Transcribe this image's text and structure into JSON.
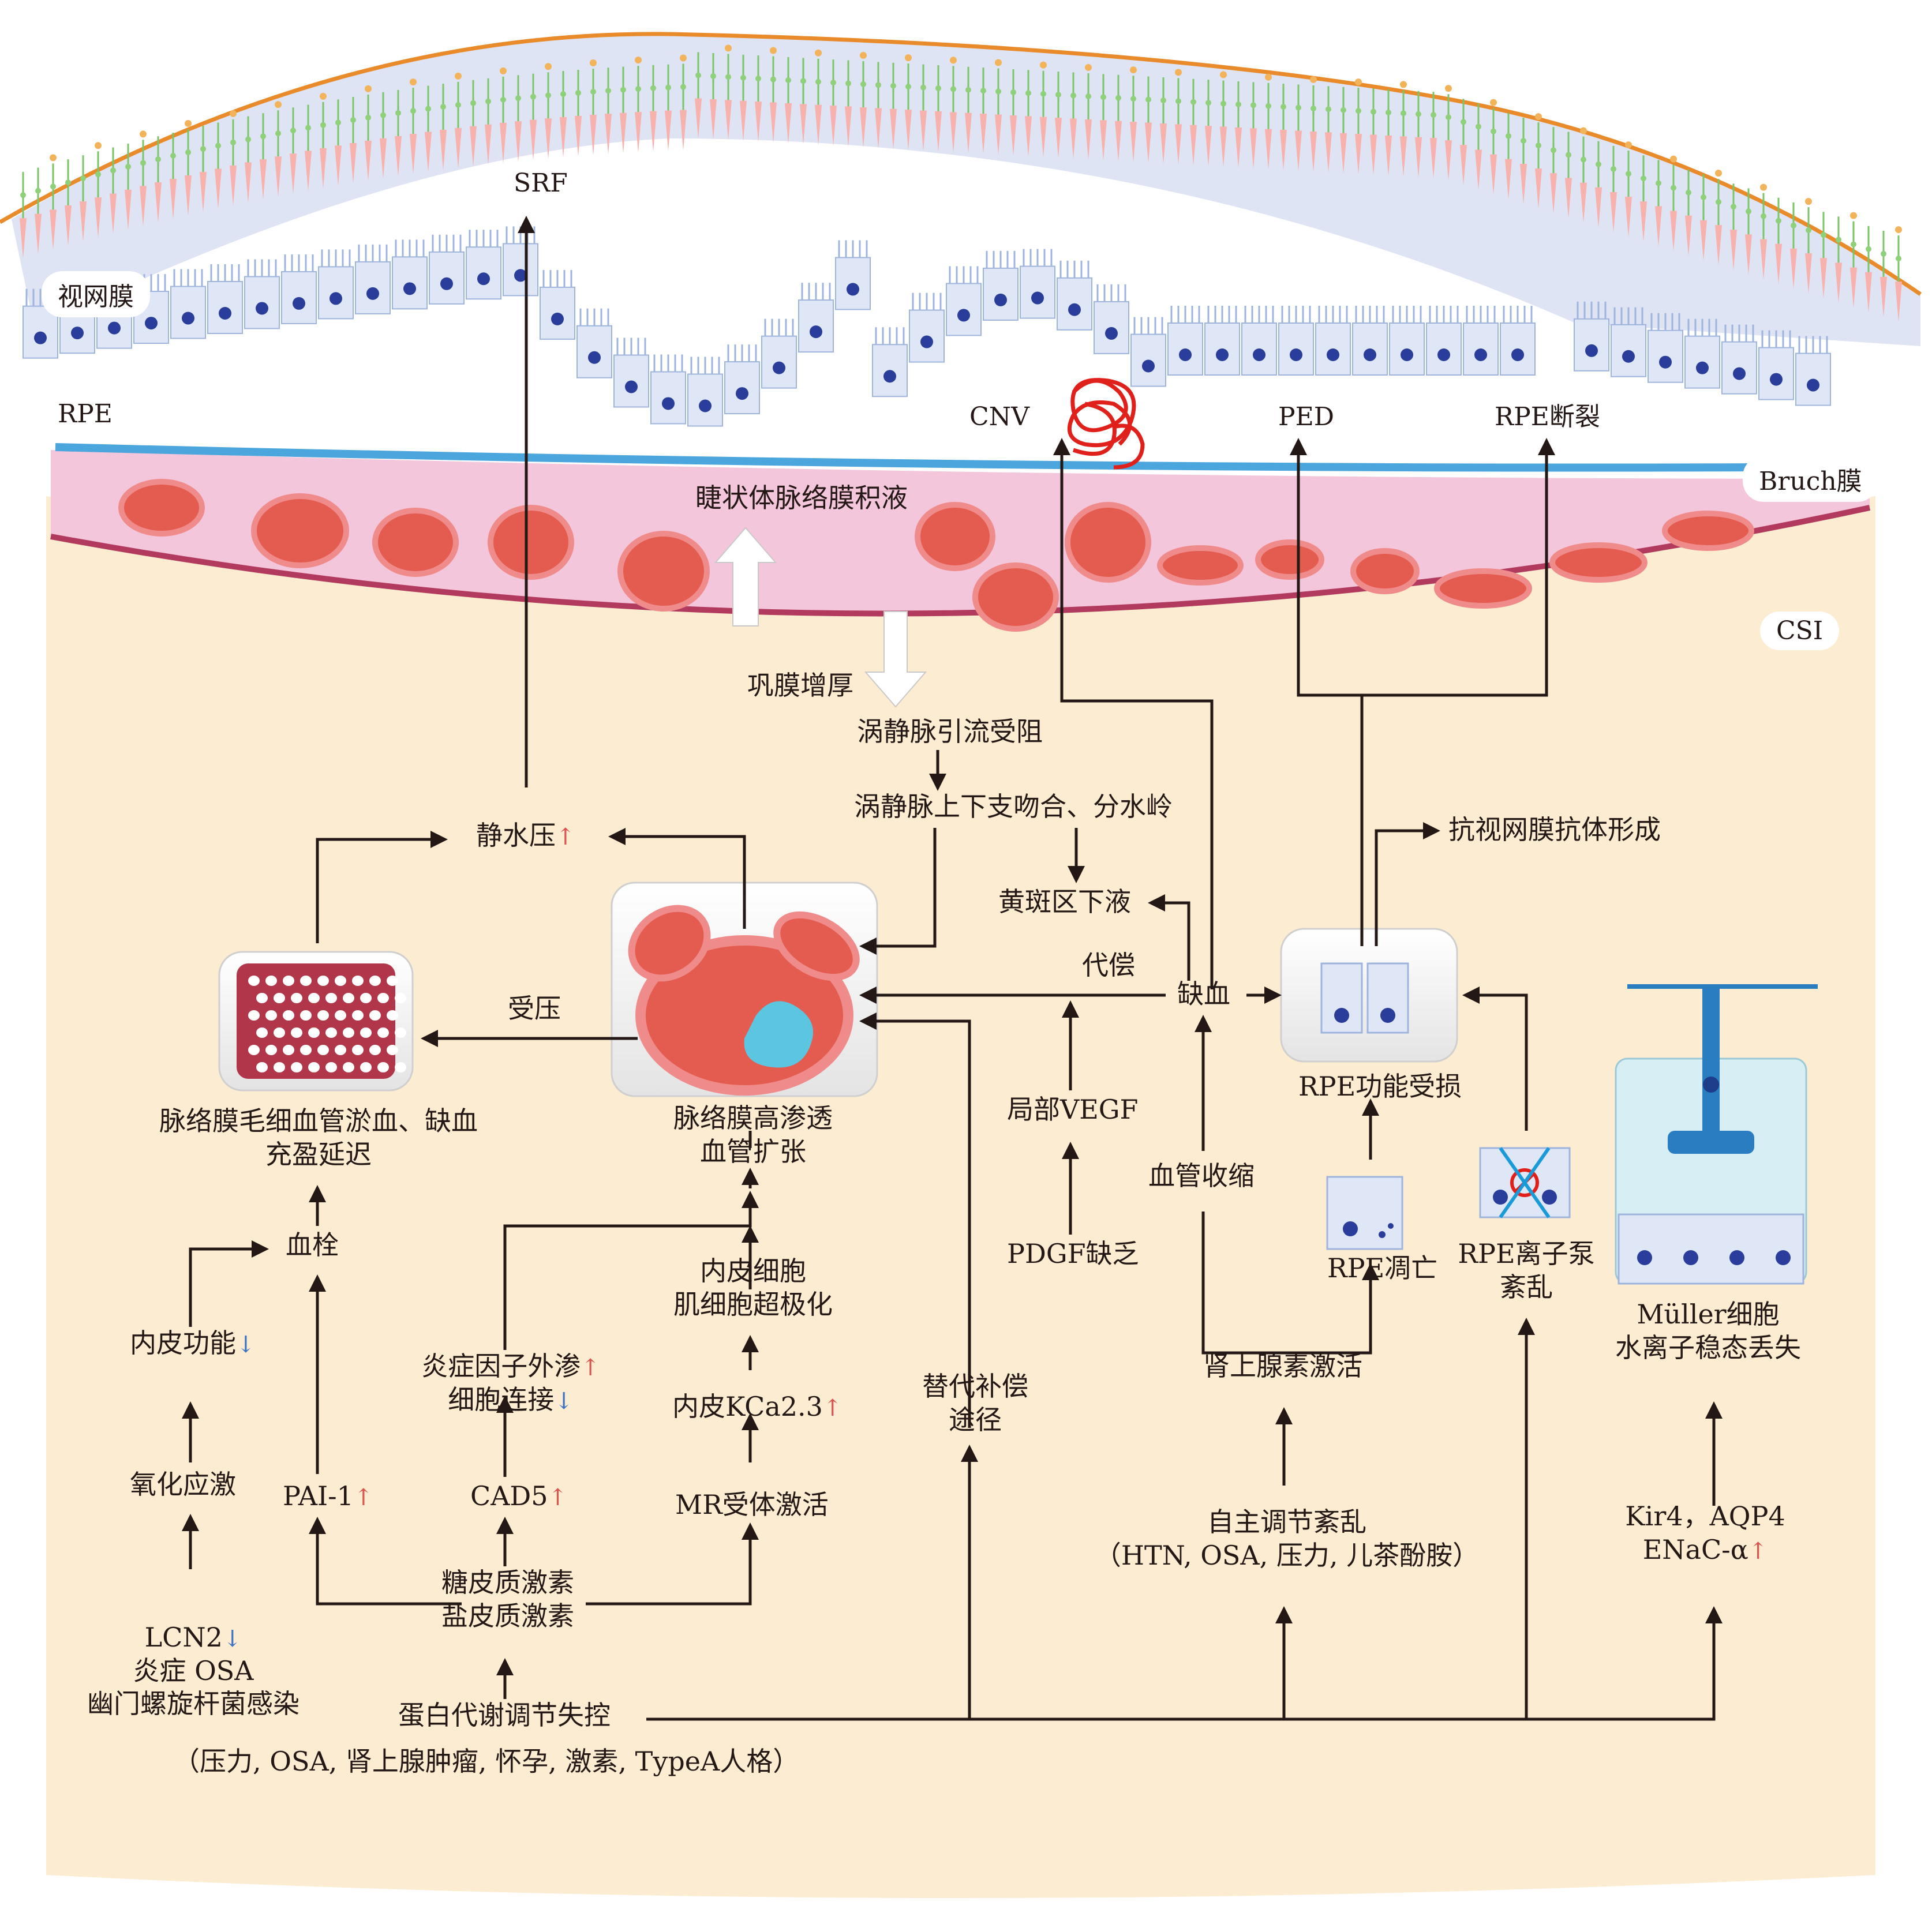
{
  "layers": {
    "retina_label": "视网膜",
    "rpe_label": "RPE",
    "bruch_label": "Bruch膜",
    "csi_label": "CSI",
    "choroid_effusion": "睫状体脉络膜积液",
    "scleral_thickening": "巩膜增厚"
  },
  "outcomes": {
    "srf": "SRF",
    "cnv": "CNV",
    "ped": "PED",
    "rpe_tear": "RPE断裂"
  },
  "nodes": {
    "vortex_obstruction": "涡静脉引流受阻",
    "vortex_anastomosis": "涡静脉上下支吻合、分水岭",
    "hydrostatic_pressure": "静水压",
    "macular_drainage": "黄斑区下液",
    "compensation": "代偿",
    "ischemia": "缺血",
    "compressed": "受压",
    "anti_retina_antibody": "抗视网膜抗体形成",
    "choriocapillaris_line1": "脉络膜毛细血管淤血、缺血",
    "choriocapillaris_line2": "充盈延迟",
    "choroid_hyper_line1": "脉络膜高渗透",
    "choroid_hyper_line2": "血管扩张",
    "local_vegf": "局部VEGF",
    "rpe_dysfunction": "RPE功能受损",
    "vasoconstriction": "血管收缩",
    "pdgf": "PDGF缺乏",
    "rpe_apoptosis": "RPE凋亡",
    "rpe_pump_line1": "RPE离子泵",
    "rpe_pump_line2": "紊乱",
    "thrombus": "血栓",
    "endothelial_hyper_line1": "内皮细胞",
    "endothelial_hyper_line2": "肌细胞超极化",
    "endothelial_function": "内皮功能",
    "inflammation_line1": "炎症因子外渗",
    "inflammation_line2": "细胞连接",
    "kca": "内皮KCa2.3",
    "alt_comp_line1": "替代补偿",
    "alt_comp_line2": "途径",
    "adrenergic": "肾上腺素激活",
    "muller_line1": "Müller细胞",
    "muller_line2": "水离子稳态丢失",
    "oxidative": "氧化应激",
    "pai1": "PAI-1",
    "cad5": "CAD5",
    "mr": "MR受体激活",
    "autonomic_line1": "自主调节紊乱",
    "autonomic_line2": "（HTN, OSA, 压力, 儿茶酚胺）",
    "kir_line1": "Kir4，AQP4",
    "kir_line2": "ENaC-α",
    "cortico_line1": "糖皮质激素",
    "cortico_line2": "盐皮质激素",
    "lcn2_line1": "LCN2",
    "lcn2_line2": "炎症  OSA",
    "lcn2_line3": "幽门螺旋杆菌感染",
    "protein_metab": "蛋白代谢调节失控",
    "risk_factors": "（压力, OSA, 肾上腺肿瘤, 怀孕, 激素, TypeA人格）"
  },
  "indicators": {
    "up": "↑",
    "down": "↓"
  },
  "colors": {
    "background_tan": "#fcecd2",
    "choroid_pink": "#f4c6db",
    "bruch_blue": "#4aa6dc",
    "choroid_border": "#b23a5e",
    "retina_band": "#dfe4f4",
    "retina_edge": "#e98b2a",
    "rpe_cell": "#dfe7f7",
    "rpe_nucleus": "#2a3d9a",
    "vessel_fill": "#e45c4f",
    "vessel_wall": "#f08b8b",
    "arrow": "#231815",
    "cnv_red": "#e0201a",
    "up_arrow": "#d9534f",
    "down_arrow": "#3b74c4"
  }
}
